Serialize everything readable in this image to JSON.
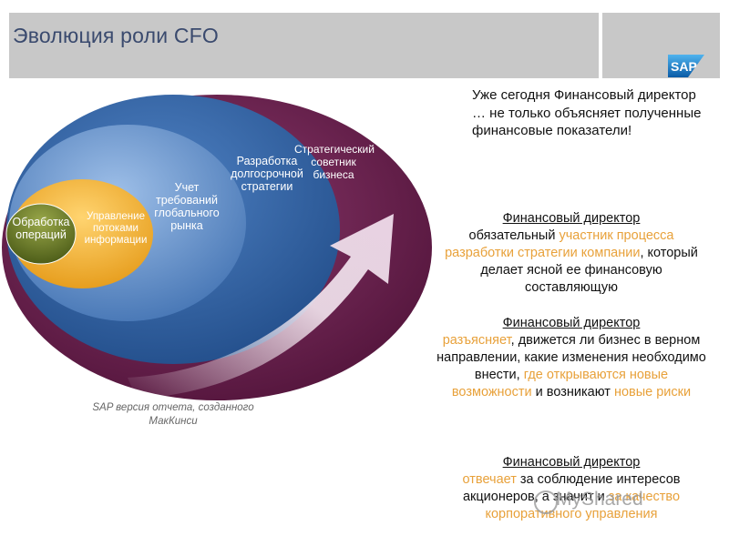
{
  "header": {
    "title": "Эволюция роли CFO",
    "logo_text": "SAP"
  },
  "diagram": {
    "ring_outer": "Стратегический советник бизнеса",
    "ring_strategy": "Разработка долгосрочной стратегии",
    "ring_market": "Учет требований глобального рынка",
    "ring_info": "Управление потоками информации",
    "core": "Обработка операций",
    "caption": "SAP версия отчета, созданного МакКинси"
  },
  "intro": {
    "line1": "Уже сегодня Финансовый директор",
    "line2": "… не только объясняет полученные финансовые показатели!"
  },
  "points": [
    {
      "heading": "Финансовый директор",
      "p1": "обязательный ",
      "p2": "участник процесса разработки стратегии компании",
      "p3": ", который делает ясной ее финансовую составляющую"
    },
    {
      "heading": "Финансовый директор",
      "p1": "разъясняет",
      "p2": ", движется ли бизнес в верном направлении, какие изменения необходимо внести, ",
      "p3": "где открываются новые возможности",
      "p4": " и возникают ",
      "p5": "новые риски"
    },
    {
      "heading": "Финансовый директор",
      "p1": "отвечает",
      "p2": " за соблюдение интересов акционеров, а значит и ",
      "p3": "за качество корпоративного управления"
    }
  ],
  "watermark": "MyShared",
  "colors": {
    "outer_ring": "#6a1f4e",
    "strategy_ring": "#2f5f9e",
    "market_ring": "#5b86c4",
    "info_ring": "#f2b233",
    "core": "#6b7f2a",
    "accent_text": "#e8a13a",
    "title": "#3a4a6e"
  }
}
